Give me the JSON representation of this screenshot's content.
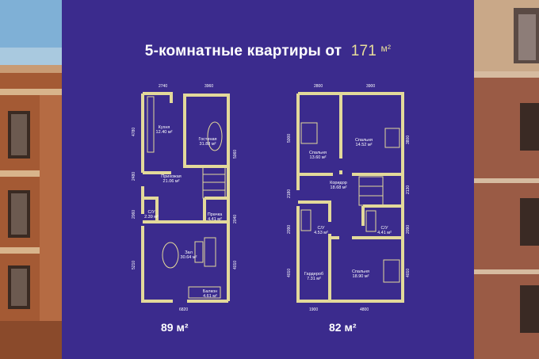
{
  "title": {
    "text": "5-комнатные квартиры от",
    "area_value": "171",
    "area_unit": "м²"
  },
  "plans": [
    {
      "label": "89 м²",
      "rooms": [
        {
          "name": "Кухня",
          "area": "12.40 м²"
        },
        {
          "name": "Гостиная",
          "area": "31.88 м²"
        },
        {
          "name": "Прихожая",
          "area": "21.06 м²"
        },
        {
          "name": "С/У",
          "area": "2.39 м²"
        },
        {
          "name": "Прачка",
          "area": "4.41 м²"
        },
        {
          "name": "Зал",
          "area": "30.64 м²"
        },
        {
          "name": "Балкон",
          "area": "4.61 м²"
        }
      ],
      "dims_top": [
        "2740",
        "3960"
      ],
      "dims_bottom": [
        "6820"
      ],
      "dims_left": [
        "4780",
        "2480",
        "2060",
        "5210"
      ],
      "dims_right": [
        "5060",
        "2040",
        "4010"
      ]
    },
    {
      "label": "82 м²",
      "rooms": [
        {
          "name": "Спальня",
          "area": "13.60 м²"
        },
        {
          "name": "Спальня",
          "area": "14.52 м²"
        },
        {
          "name": "Коридор",
          "area": "18.68 м²"
        },
        {
          "name": "С/У",
          "area": "4.53 м²"
        },
        {
          "name": "С/У",
          "area": "4.41 м²"
        },
        {
          "name": "Гардероб",
          "area": "7.31 м²"
        },
        {
          "name": "Спальня",
          "area": "18.90 м²"
        }
      ],
      "dims_top": [
        "2800",
        "3900"
      ],
      "dims_bottom": [
        "1900",
        "4800"
      ],
      "dims_left": [
        "5000",
        "2180",
        "2090",
        "4010"
      ],
      "dims_right": [
        "3800",
        "2130",
        "2090",
        "4010"
      ]
    }
  ],
  "colors": {
    "background": "#3b2b8d",
    "wall": "#e3d99a",
    "accent": "#e9df9a",
    "text": "#ffffff"
  }
}
